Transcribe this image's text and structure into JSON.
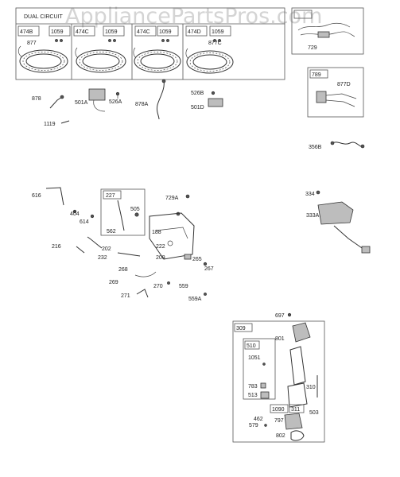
{
  "watermark": "AppliancePartsPros.com",
  "alternator_panel": {
    "variants": [
      {
        "title": "DUAL CIRCUIT",
        "assembly": "474B",
        "screw": "1059",
        "stator": "877"
      },
      {
        "title": "",
        "assembly": "474C",
        "screw": "1059",
        "stator": ""
      },
      {
        "title": "",
        "assembly": "474C",
        "screw": "1059",
        "stator": ""
      },
      {
        "title": "",
        "assembly": "474D",
        "screw": "1059",
        "stator": "877C"
      }
    ]
  },
  "kit_boxes": {
    "upper": {
      "header": "",
      "part": "729"
    },
    "lower": {
      "header": "789",
      "part": "877D"
    }
  },
  "starter_box": {
    "outer": "309",
    "brush_box": "510",
    "drive_box": "1090",
    "drive_part": "311"
  },
  "labels": {
    "p878": "878",
    "p501a": "501A",
    "p526a": "526A",
    "p878a": "878A",
    "p526b": "526B",
    "p501d": "501D",
    "p1119": "1119",
    "p356b": "356B",
    "p616": "616",
    "p227": "227",
    "p505": "505",
    "p729a": "729A",
    "p404": "404",
    "p614": "614",
    "p562": "562",
    "p188": "188",
    "p334": "334",
    "p333a": "333A",
    "p216": "216",
    "p202": "202",
    "p222": "222",
    "p232": "232",
    "p209": "209",
    "p265": "265",
    "p268": "268",
    "p267": "267",
    "p269": "269",
    "p270": "270",
    "p559": "559",
    "p271": "271",
    "p559a": "559A",
    "p697": "697",
    "p801": "801",
    "p1051": "1051",
    "p783": "783",
    "p513": "513",
    "p310": "310",
    "p503": "503",
    "p797": "797",
    "p462": "462",
    "p579": "579",
    "p802": "802"
  }
}
